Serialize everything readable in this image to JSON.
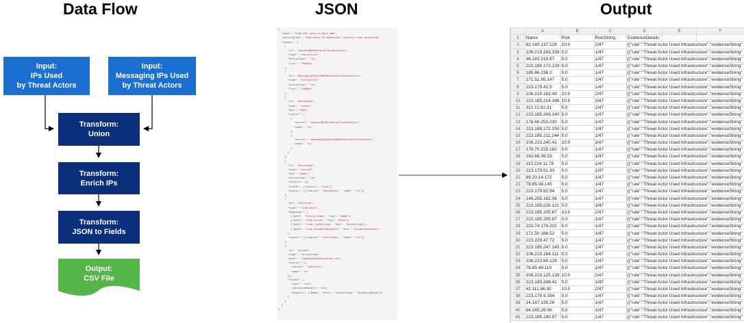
{
  "headings": {
    "data_flow": "Data Flow",
    "json": "JSON",
    "output": "Output"
  },
  "nodes": {
    "input_ips": [
      "Input:",
      "IPs Used",
      "by Threat Actors"
    ],
    "input_messaging": [
      "Input:",
      "Messaging IPs Used",
      "by Threat Actors"
    ],
    "union": [
      "Transform:",
      "Union"
    ],
    "enrich": [
      "Transform:",
      "Enrich IPs"
    ],
    "json_fields": [
      "Transform:",
      "JSON to Fields"
    ],
    "output_csv": [
      "Output:",
      "CSV File"
    ]
  },
  "colors": {
    "input": "#1a6fd1",
    "transform": "#0b2f7a",
    "output": "#55b548",
    "json_string": "#c0283c"
  },
  "json_lines": [
    "{",
    "  \"name\": \"Stop IPs used in Dark Web\",",
    "  \"description\": \"Retrieves IP Addresses recently seen accessing",
    "  \"blocks\": [",
    "    {",
    "      \"id\": \"ipsUsedByPotentialThreatActors\",",
    "      \"type\": \"entitylist\",",
    "      \"entityType\": \"ip\",",
    "      \"list\": \"TRxNnn\"",
    "    },",
    "    {",
    "      \"id\": \"messagingIpsUsedByPotentialThreatActors\",",
    "      \"type\": \"entitylist\",",
    "      \"entityType\": \"ip\",",
    "      \"list\": \"lR4N5n\"",
    "    },",
    "    {",
    "      \"id\": \"mergedIps\",",
    "      \"type\": \"union\",",
    "      \"key\": \"name\",",
    "      \"source\": [",
    "        {",
    "          \"source\": \"ipsUsedByPotentialThreatActors\",",
    "          \"name\": \"in\"",
    "        },",
    "        {",
    "          \"source\": \"messagingIpsUsedByPotentialThreatActors\",",
    "          \"name\": \"in\"",
    "        }",
    "      ]",
    "    },",
    "    {",
    "      \"id\": \"enrichIps\",",
    "      \"type\": \"enrich\",",
    "      \"key\": \"name\",",
    "      \"entityType\": \"ip\",",
    "      \"filters\": {},",
    "      \"fields\": [\"entity\", \"risk\"],",
    "      \"source\": [{\"source\": \"mergedIps\", \"name\": \"in\"}]",
    "    },",
    "    {",
    "      \"id\": \"toFields\",",
    "      \"type\": \"transform\",",
    "      \"mappings\": [",
    "        {\"path\": \"entity.name\", \"key\": \"Name\"},",
    "        {\"path\": \"risk.score\", \"key\": \"Risk\"},",
    "        {\"path\": \"risk.riskString\", \"key\": \"RiskString\"},",
    "        {\"path\": \"risk.evidenceDetails\", \"key\": \"EvidenceDetails\"",
    "      ],",
    "      \"source\": [{\"source\": \"enrichIps\", \"name\": \"in\"}]",
    "    },",
    "    {",
    "      \"id\": \"output\",",
    "      \"type\": \"filesystem\",",
    "      \"path\": \"/home/darkweb/outips.csv\",",
    "      \"source\": [{",
    "        \"source\": \"toFields\",",
    "        \"name\": \"in\"",
    "      }],",
    "      \"format\": {",
    "        \"type\": \"csv\",",
    "        \"containsHeaders\": true,",
    "        \"headers\": [\"Name\", \"Risk\", \"RiskString\", \"EvidenceDetails\"",
    "      }",
    "    }",
    "  ]",
    "}"
  ],
  "sheet": {
    "column_letters": [
      "A",
      "B",
      "C",
      "D",
      "E",
      "F"
    ],
    "headers": [
      "Name",
      "Risk",
      "RiskString",
      "EvidenceDetails"
    ],
    "evidence": "[{\"rule\":\"Threat Actor Used Infrastructure\",\"evidenceString\"",
    "rows": [
      [
        "62.140.137.128",
        "10.0",
        "2/47"
      ],
      [
        "106.219.243.159",
        "5.0",
        "1/47"
      ],
      [
        "46.183.219.97",
        "5.0",
        "1/47"
      ],
      [
        "223.189.173.228",
        "5.0",
        "1/47"
      ],
      [
        "185.86.236.2",
        "5.0",
        "1/47"
      ],
      [
        "171.51.85.147",
        "5.0",
        "1/47"
      ],
      [
        "223.179.41.5",
        "5.0",
        "1/47"
      ],
      [
        "106.219.163.49",
        "10.0",
        "2/47"
      ],
      [
        "223.185.214.166",
        "10.0",
        "2/47"
      ],
      [
        "110.72.92.31",
        "5.0",
        "1/47"
      ],
      [
        "223.185.243.140",
        "5.0",
        "1/47"
      ],
      [
        "178.66.253.230",
        "5.0",
        "1/47"
      ],
      [
        "223.189.172.150",
        "5.0",
        "1/47"
      ],
      [
        "223.185.211.244",
        "5.0",
        "1/47"
      ],
      [
        "106.223.240.41",
        "10.0",
        "2/47"
      ],
      [
        "178.70.225.182",
        "5.0",
        "1/47"
      ],
      [
        "182.68.39.33",
        "5.0",
        "1/47"
      ],
      [
        "110.224.11.79",
        "5.0",
        "1/47"
      ],
      [
        "223.179.51.33",
        "5.0",
        "1/47"
      ],
      [
        "89.20.14.172",
        "5.0",
        "1/47"
      ],
      [
        "78.85.49.145",
        "5.0",
        "1/47"
      ],
      [
        "223.179.82.54",
        "5.0",
        "1/47"
      ],
      [
        "146.255.182.36",
        "5.0",
        "1/47"
      ],
      [
        "223.185.226.121",
        "5.0",
        "1/47"
      ],
      [
        "223.185.205.67",
        "10.0",
        "2/47"
      ],
      [
        "223.185.255.87",
        "5.0",
        "1/47"
      ],
      [
        "223.74.174.202",
        "5.0",
        "1/47"
      ],
      [
        "171.50.166.52",
        "5.0",
        "1/47"
      ],
      [
        "223.229.47.72",
        "5.0",
        "1/47"
      ],
      [
        "223.185.247.145",
        "5.0",
        "1/47"
      ],
      [
        "106.219.164.111",
        "5.0",
        "1/47"
      ],
      [
        "106.223.69.129",
        "5.0",
        "1/47"
      ],
      [
        "78.85.49.110",
        "5.0",
        "1/47"
      ],
      [
        "106.219.125.139",
        "10.0",
        "2/47"
      ],
      [
        "223.185.248.41",
        "5.0",
        "1/47"
      ],
      [
        "42.111.86.30",
        "10.0",
        "2/47"
      ],
      [
        "223.179.9.154",
        "5.0",
        "1/47"
      ],
      [
        "14.187.139.26",
        "5.0",
        "1/47"
      ],
      [
        "84.245.26.56",
        "5.0",
        "1/47"
      ],
      [
        "223.189.190.97",
        "5.0",
        "1/47"
      ]
    ]
  }
}
